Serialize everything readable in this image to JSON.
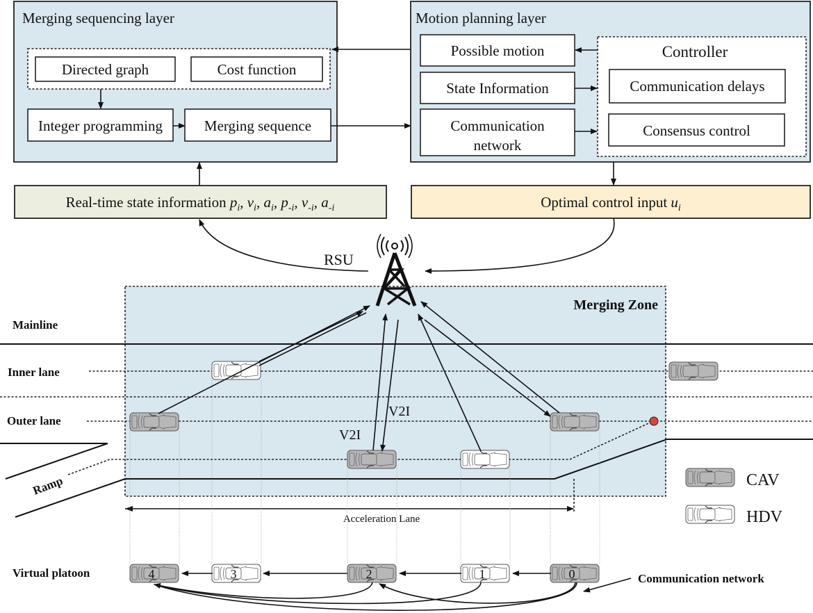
{
  "merging_layer": {
    "title": "Merging sequencing layer",
    "directed_graph": "Directed graph",
    "cost_function": "Cost function",
    "integer_programming": "Integer programming",
    "merging_sequence": "Merging sequence"
  },
  "motion_layer": {
    "title": "Motion planning layer",
    "possible_motion": "Possible motion",
    "state_information": "State Information",
    "communication_network_line1": "Communication",
    "communication_network_line2": "network",
    "controller_title": "Controller",
    "communication_delays": "Communication delays",
    "consensus_control": "Consensus control"
  },
  "state_info_box": {
    "label": "Real-time state information ",
    "vars": [
      {
        "base": "p",
        "sub": "i"
      },
      {
        "base": "v",
        "sub": "i"
      },
      {
        "base": "a",
        "sub": "i"
      },
      {
        "base": "p",
        "sub": "-i"
      },
      {
        "base": "v",
        "sub": "-i"
      },
      {
        "base": "a",
        "sub": "-i"
      }
    ],
    "color": "#eceedf"
  },
  "control_input_box": {
    "label": "Optimal control input ",
    "var": {
      "base": "u",
      "sub": "i"
    },
    "color": "#fdefcf"
  },
  "rsu": {
    "label": "RSU"
  },
  "zone": {
    "title": "Merging Zone",
    "color": "#d9e7ef"
  },
  "lanes": {
    "mainline": "Mainline",
    "inner": "Inner lane",
    "outer": "Outer lane",
    "ramp": "Ramp",
    "acceleration": "Acceleration Lane"
  },
  "v2i_labels": [
    "V2I",
    "V2I"
  ],
  "legend": [
    {
      "type": "CAV",
      "label": "CAV",
      "color": "#b7b7b7"
    },
    {
      "type": "HDV",
      "label": "HDV",
      "color": "#ffffff"
    }
  ],
  "platoon": {
    "label": "Virtual platoon",
    "network_label": "Communication network",
    "vehicles": [
      {
        "id": "4",
        "type": "CAV"
      },
      {
        "id": "3",
        "type": "HDV"
      },
      {
        "id": "2",
        "type": "CAV"
      },
      {
        "id": "1",
        "type": "HDV"
      },
      {
        "id": "0",
        "type": "CAV"
      }
    ]
  },
  "merge_point_color": "#d9473a"
}
